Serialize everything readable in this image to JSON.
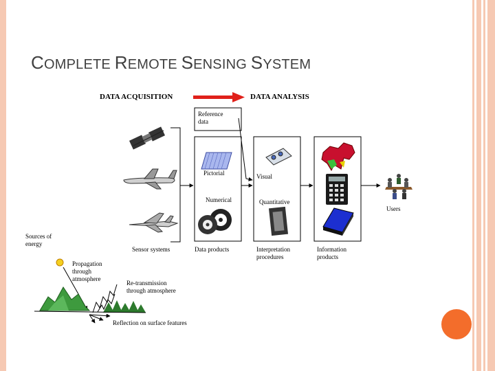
{
  "slide": {
    "title_parts": [
      {
        "cap": "C",
        "rest": "OMPLETE "
      },
      {
        "cap": "R",
        "rest": "EMOTE "
      },
      {
        "cap": "S",
        "rest": "ENSING "
      },
      {
        "cap": "S",
        "rest": "YSTEM"
      }
    ]
  },
  "diagram": {
    "header_left": "DATA ACQUISITION",
    "header_right": "DATA ANALYSIS",
    "reference_data": [
      "Reference",
      "data"
    ],
    "pictorial": "Pictorial",
    "numerical": "Numerical",
    "visual": "Visual",
    "quantitative": "Quantitative",
    "users": "Users",
    "sources_of_energy": [
      "Sources of",
      "energy"
    ],
    "propagation": [
      "Propagation",
      "through",
      "atmosphere"
    ],
    "retransmission": [
      "Re-transmission",
      "through atmosphere"
    ],
    "reflection": "Reflection on surface features",
    "sensor_systems": "Sensor systems",
    "data_products": "Data products",
    "interpretation": [
      "Interpretation",
      "procedures"
    ],
    "information": [
      "Information",
      "products"
    ]
  },
  "colors": {
    "frame": "#f6c9b3",
    "accent_dot": "#f36d2b",
    "red_arrow": "#e0201a",
    "title_text": "#404040"
  }
}
